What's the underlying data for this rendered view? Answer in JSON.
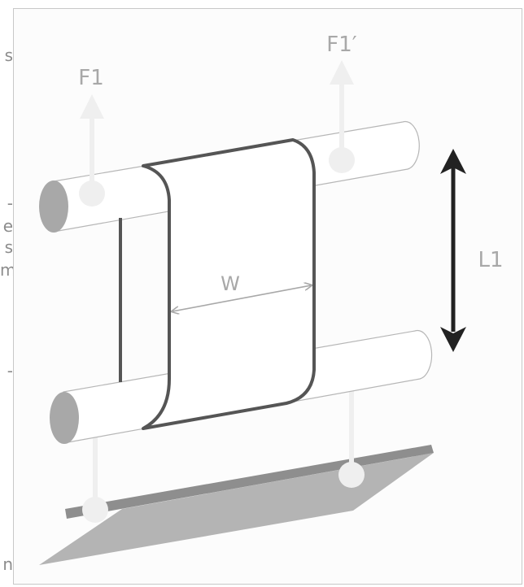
{
  "left_edge_fragments": [
    "s",
    "-",
    "e",
    "s",
    "m",
    "-",
    "n"
  ],
  "labels": {
    "f1": "F1",
    "f1_prime": "F1′",
    "width": "W",
    "length": "L1"
  },
  "colors": {
    "panel_background": "#fcfcfc",
    "outline": "#555555",
    "rod_end": "#a8a8a8",
    "force_arrow": "#efefef",
    "plate": "#b4b4b4",
    "plate_edge": "#8e8e8e",
    "dimension_arrow": "#222222",
    "label_text": "#a8a8a8"
  }
}
